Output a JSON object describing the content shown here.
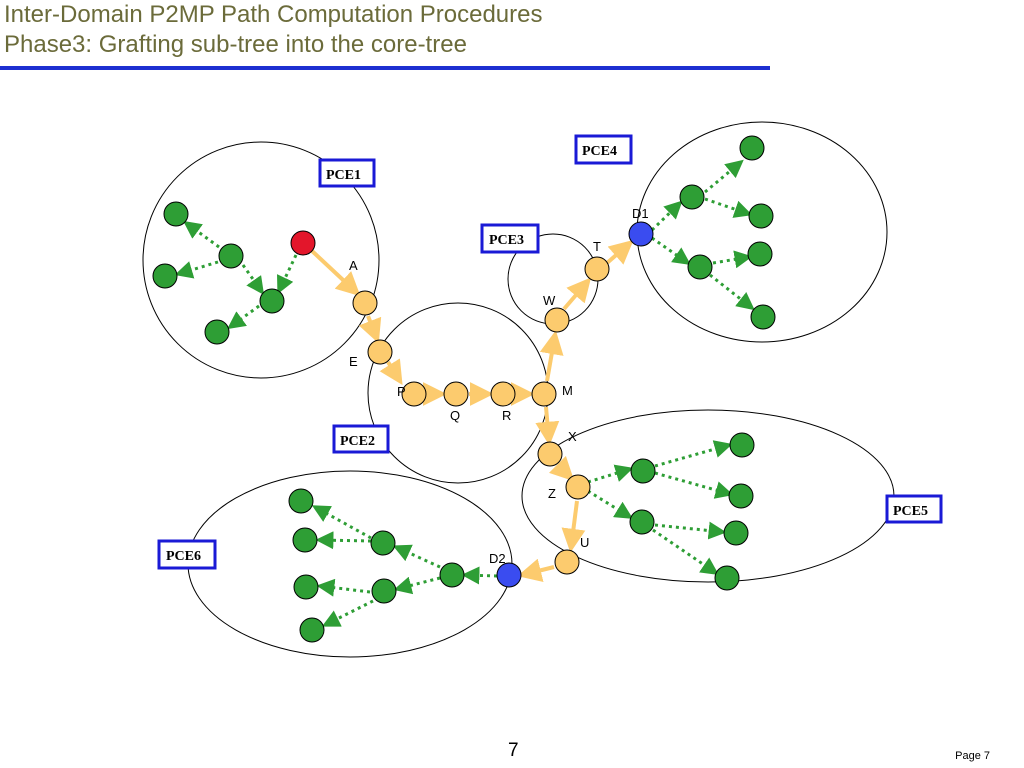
{
  "slide": {
    "title_line1": "Inter-Domain P2MP Path Computation Procedures",
    "title_line2": "Phase3: Grafting sub-tree into the core-tree",
    "slide_number": "7",
    "page_label": "Page 7"
  },
  "colors": {
    "title": "#6b6b3a",
    "rule": "#1d2fd1",
    "core_node": "#fccb6e",
    "core_arrow": "#fccb6e",
    "leaf_node": "#2e9e35",
    "leaf_arrow": "#2e9e35",
    "source_node": "#e3162b",
    "destination_node": "#3a4cf0",
    "pce_box": "#1a1ad6"
  },
  "domains": {
    "pce1": "PCE1",
    "pce2": "PCE2",
    "pce3": "PCE3",
    "pce4": "PCE4",
    "pce5": "PCE5",
    "pce6": "PCE6"
  },
  "nodes": {
    "a": "A",
    "e": "E",
    "p": "P",
    "q": "Q",
    "r": "R",
    "m": "M",
    "w": "W",
    "t": "T",
    "d1": "D1",
    "x": "X",
    "z": "Z",
    "u": "U",
    "d2": "D2"
  }
}
